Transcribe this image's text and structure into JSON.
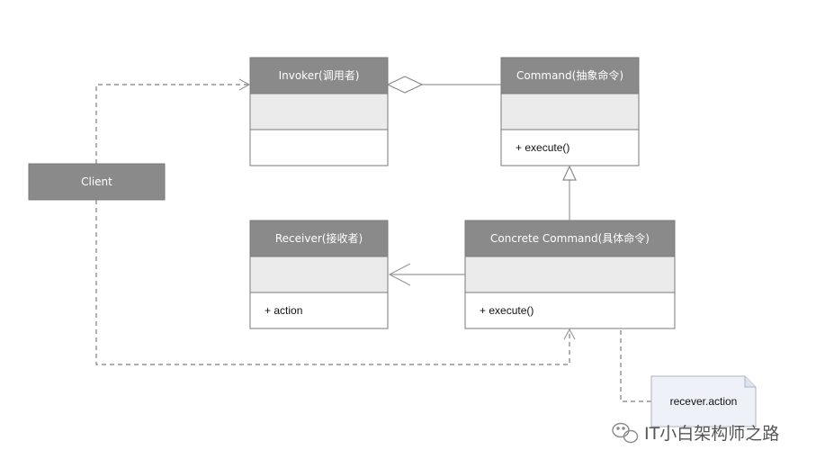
{
  "classes": {
    "invoker": {
      "title": "Invoker(调用者)",
      "operation": ""
    },
    "command": {
      "title": "Command(抽象命令)",
      "operation": "+ execute()"
    },
    "client": {
      "title": "Client"
    },
    "receiver": {
      "title": "Receiver(接收者)",
      "operation": "+ action"
    },
    "concrete": {
      "title": "Concrete Command(具体命令)",
      "operation": "+ execute()"
    }
  },
  "note": {
    "text": "recever.action"
  },
  "watermark": {
    "text": "IT小白架构师之路"
  },
  "colors": {
    "header": "#8a8a8a",
    "compartment": "#ebebeb",
    "note": "#eef2f8"
  }
}
